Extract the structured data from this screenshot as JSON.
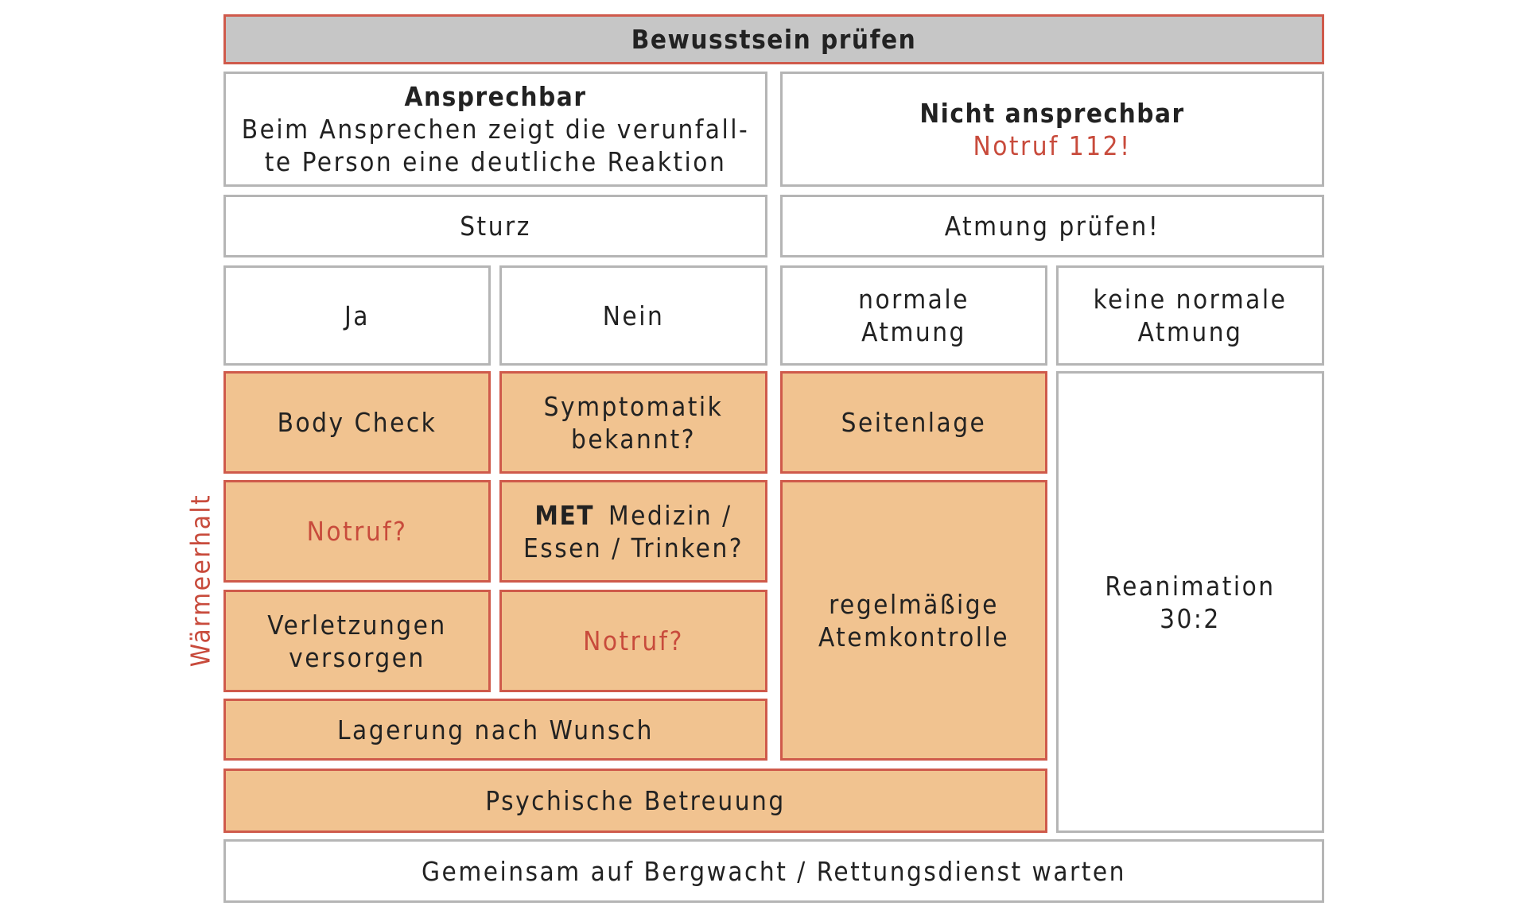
{
  "header": "Bewusstsein prüfen",
  "ansprechbar": {
    "title": "Ansprechbar",
    "line1": "Beim Ansprechen zeigt die verunfall-",
    "line2": "te Person eine deutliche Reaktion"
  },
  "nicht_ansprechbar": {
    "title": "Nicht ansprechbar",
    "notruf": "Notruf 112!"
  },
  "sturz": "Sturz",
  "atmung_pruefen": "Atmung prüfen!",
  "ja": "Ja",
  "nein": "Nein",
  "normale_atmung": {
    "line1": "normale",
    "line2": "Atmung"
  },
  "keine_normale_atmung": {
    "line1": "keine normale",
    "line2": "Atmung"
  },
  "body_check": "Body Check",
  "symptomatik": {
    "line1": "Symptomatik",
    "line2": "bekannt?"
  },
  "seitenlage": "Seitenlage",
  "notruf_ja": "Notruf?",
  "met": {
    "abbr": "MET",
    "line1": "Medizin /",
    "line2": "Essen / Trinken?"
  },
  "verletzungen": {
    "line1": "Verletzungen",
    "line2": "versorgen"
  },
  "notruf_nein": "Notruf?",
  "atemkontrolle": {
    "line1": "regelmäßige",
    "line2": "Atemkontrolle"
  },
  "reanimation": {
    "line1": "Reanimation",
    "line2": "30:2"
  },
  "lagerung": "Lagerung nach Wunsch",
  "psychische_betreuung": "Psychische Betreuung",
  "gemeinsam_warten": "Gemeinsam auf Bergwacht / Rettungsdienst warten",
  "side_label": "Wärmeerhalt",
  "colors": {
    "orange_fill": "#f1c390",
    "red_border": "#cf5a4b",
    "grey_border": "#b5b5b5",
    "header_fill": "#c6c6c6",
    "red_text": "#c84b3c"
  }
}
